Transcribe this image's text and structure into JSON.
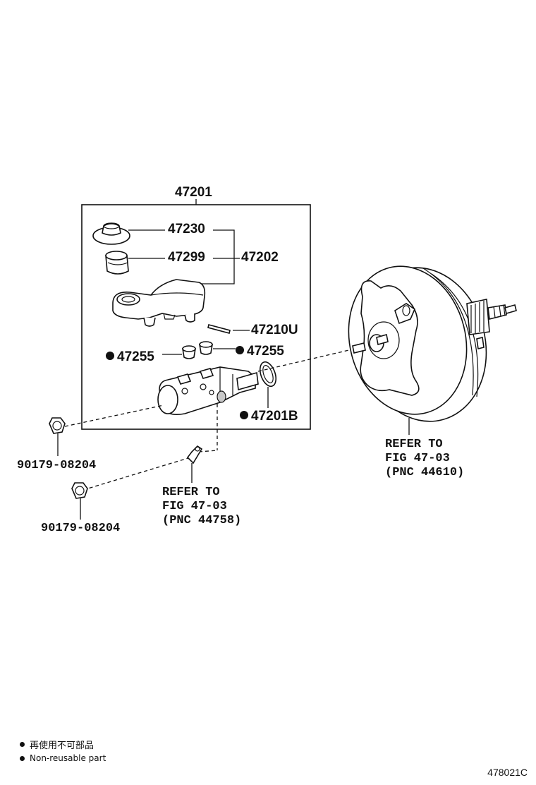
{
  "diagram": {
    "parts": {
      "assembly": "47201",
      "cap": "47230",
      "strainer": "47299",
      "reservoir_set": "47202",
      "pin": "47210U",
      "grommet_left": "47255",
      "grommet_right": "47255",
      "o_ring": "47201B",
      "nut_upper": "90179-08204",
      "nut_lower": "90179-08204"
    },
    "refer_booster": {
      "line1": "REFER TO",
      "line2": "FIG 47-03",
      "line3": "(PNC 44610)"
    },
    "refer_bracket": {
      "line1": "REFER TO",
      "line2": "FIG 47-03",
      "line3": "(PNC 44758)"
    }
  },
  "legend": {
    "japanese": "再使用不可部品",
    "english": "Non-reusable part"
  },
  "figure_number": "478021C"
}
